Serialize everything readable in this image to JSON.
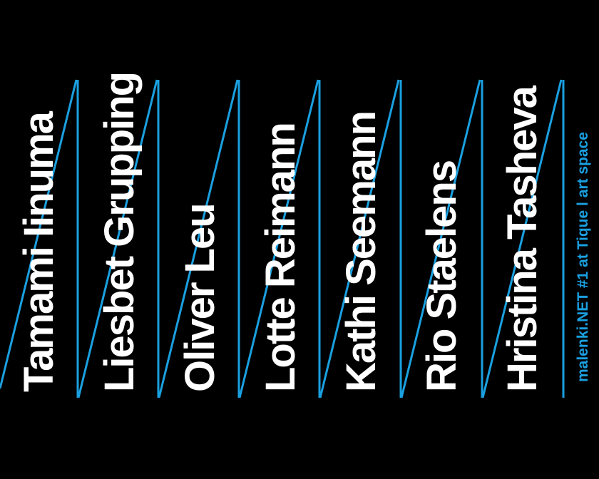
{
  "names": [
    "Tamami Iinuma",
    "Liesbet Grupping",
    "Oliver Leu",
    "Lotte Reimann",
    "Kathi Seemann",
    "Rio Staelens",
    "Hristina Tasheva"
  ],
  "caption": "malenki.NET #1 at Tique l art space",
  "colors": {
    "background": "#000000",
    "text": "#ffffff",
    "accent": "#1aa0e0"
  }
}
